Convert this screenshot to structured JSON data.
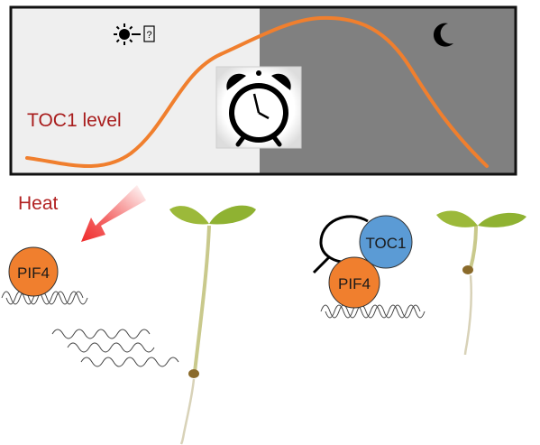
{
  "panel": {
    "curve_label": "TOC1 level",
    "day_symbol": "☀",
    "day_symbol_suffix": "?",
    "night_symbol": "moon-icon",
    "day_color": "#efefef",
    "night_color": "#808080",
    "curve_color": "#f07f2e",
    "label_color": "#a81c1c"
  },
  "heat": {
    "label": "Heat",
    "label_color": "#b22222",
    "arrow_color": "#ef2b2b"
  },
  "left_group": {
    "protein_label": "PIF4",
    "protein_color": "#f07f2e"
  },
  "right_group": {
    "pif4_label": "PIF4",
    "pif4_color": "#f07f2e",
    "toc1_label": "TOC1",
    "toc1_color": "#5b9bd5"
  },
  "seedling_colors": {
    "cotyledon": "#9cb93a",
    "stem": "#c9c98c",
    "seed": "#8a6a2a",
    "root": "#d8d2b8"
  }
}
